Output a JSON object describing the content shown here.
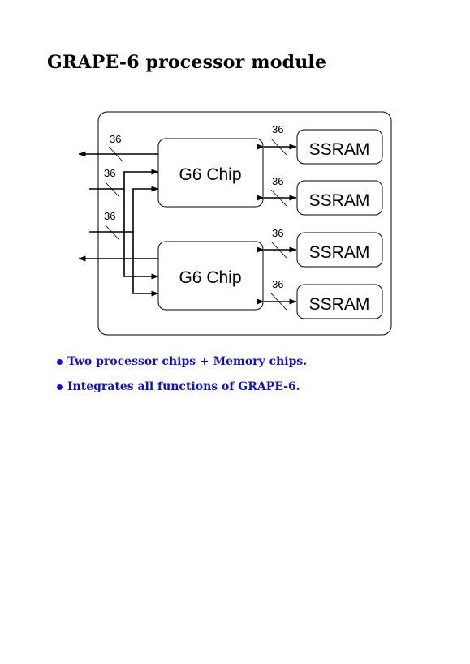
{
  "page": {
    "title": "GRAPE-6 processor module"
  },
  "diagram": {
    "chips": [
      {
        "label": "G6 Chip"
      },
      {
        "label": "G6 Chip"
      }
    ],
    "memories": [
      {
        "label": "SSRAM"
      },
      {
        "label": "SSRAM"
      },
      {
        "label": "SSRAM"
      },
      {
        "label": "SSRAM"
      }
    ],
    "bus_width_labels": {
      "output": "36",
      "input_1": "36",
      "input_2": "36",
      "mem_1": "36",
      "mem_2": "36",
      "mem_3": "36",
      "mem_4": "36"
    }
  },
  "bullets": [
    {
      "text": "Two processor chips + Memory chips."
    },
    {
      "text": "Integrates all functions of GRAPE-6."
    }
  ],
  "colors": {
    "bullet_text": "#1010cc",
    "lines": "#000000"
  }
}
